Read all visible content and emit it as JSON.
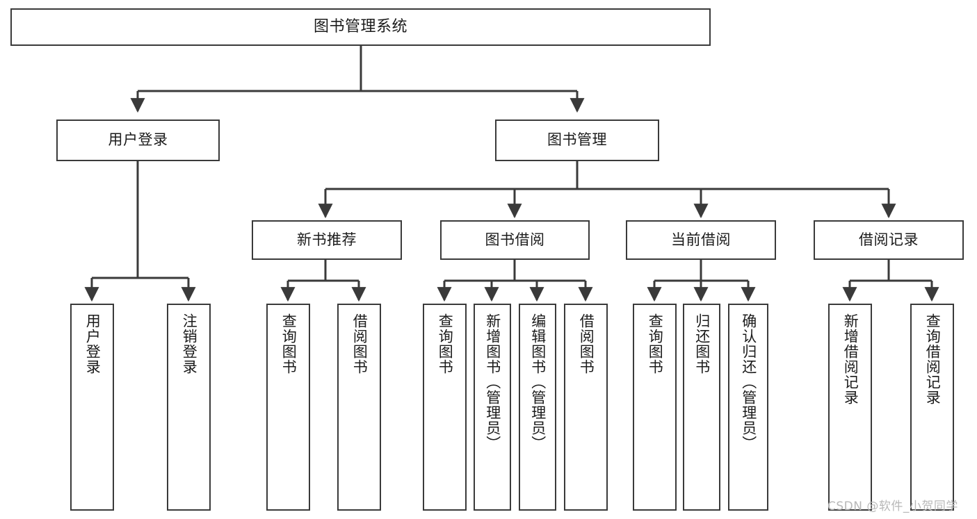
{
  "diagram": {
    "title": "图书管理系统",
    "background_color": "#ffffff",
    "border_color": "#3a3a3a",
    "text_color": "#1b1b1b"
  },
  "root": {
    "label": "图书管理系统"
  },
  "level2": [
    {
      "label": "用户登录"
    },
    {
      "label": "图书管理"
    }
  ],
  "level3": [
    {
      "label": "新书推荐"
    },
    {
      "label": "图书借阅"
    },
    {
      "label": "当前借阅"
    },
    {
      "label": "借阅记录"
    }
  ],
  "leaves": {
    "user_login": [
      {
        "label": "用户登录"
      },
      {
        "label": "注销登录"
      }
    ],
    "new_book": [
      {
        "label": "查询图书"
      },
      {
        "label": "借阅图书"
      }
    ],
    "book_borrow": [
      {
        "label": "查询图书"
      },
      {
        "label": "新增图书（管理员）"
      },
      {
        "label": "编辑图书（管理员）"
      },
      {
        "label": "借阅图书"
      }
    ],
    "current_borrow": [
      {
        "label": "查询图书"
      },
      {
        "label": "归还图书"
      },
      {
        "label": "确认归还（管理员）"
      }
    ],
    "borrow_record": [
      {
        "label": "新增借阅记录"
      },
      {
        "label": "查询借阅记录"
      }
    ]
  },
  "watermark": {
    "text": "CSDN @软件_小贺同学",
    "color": "#b8b8b8"
  }
}
